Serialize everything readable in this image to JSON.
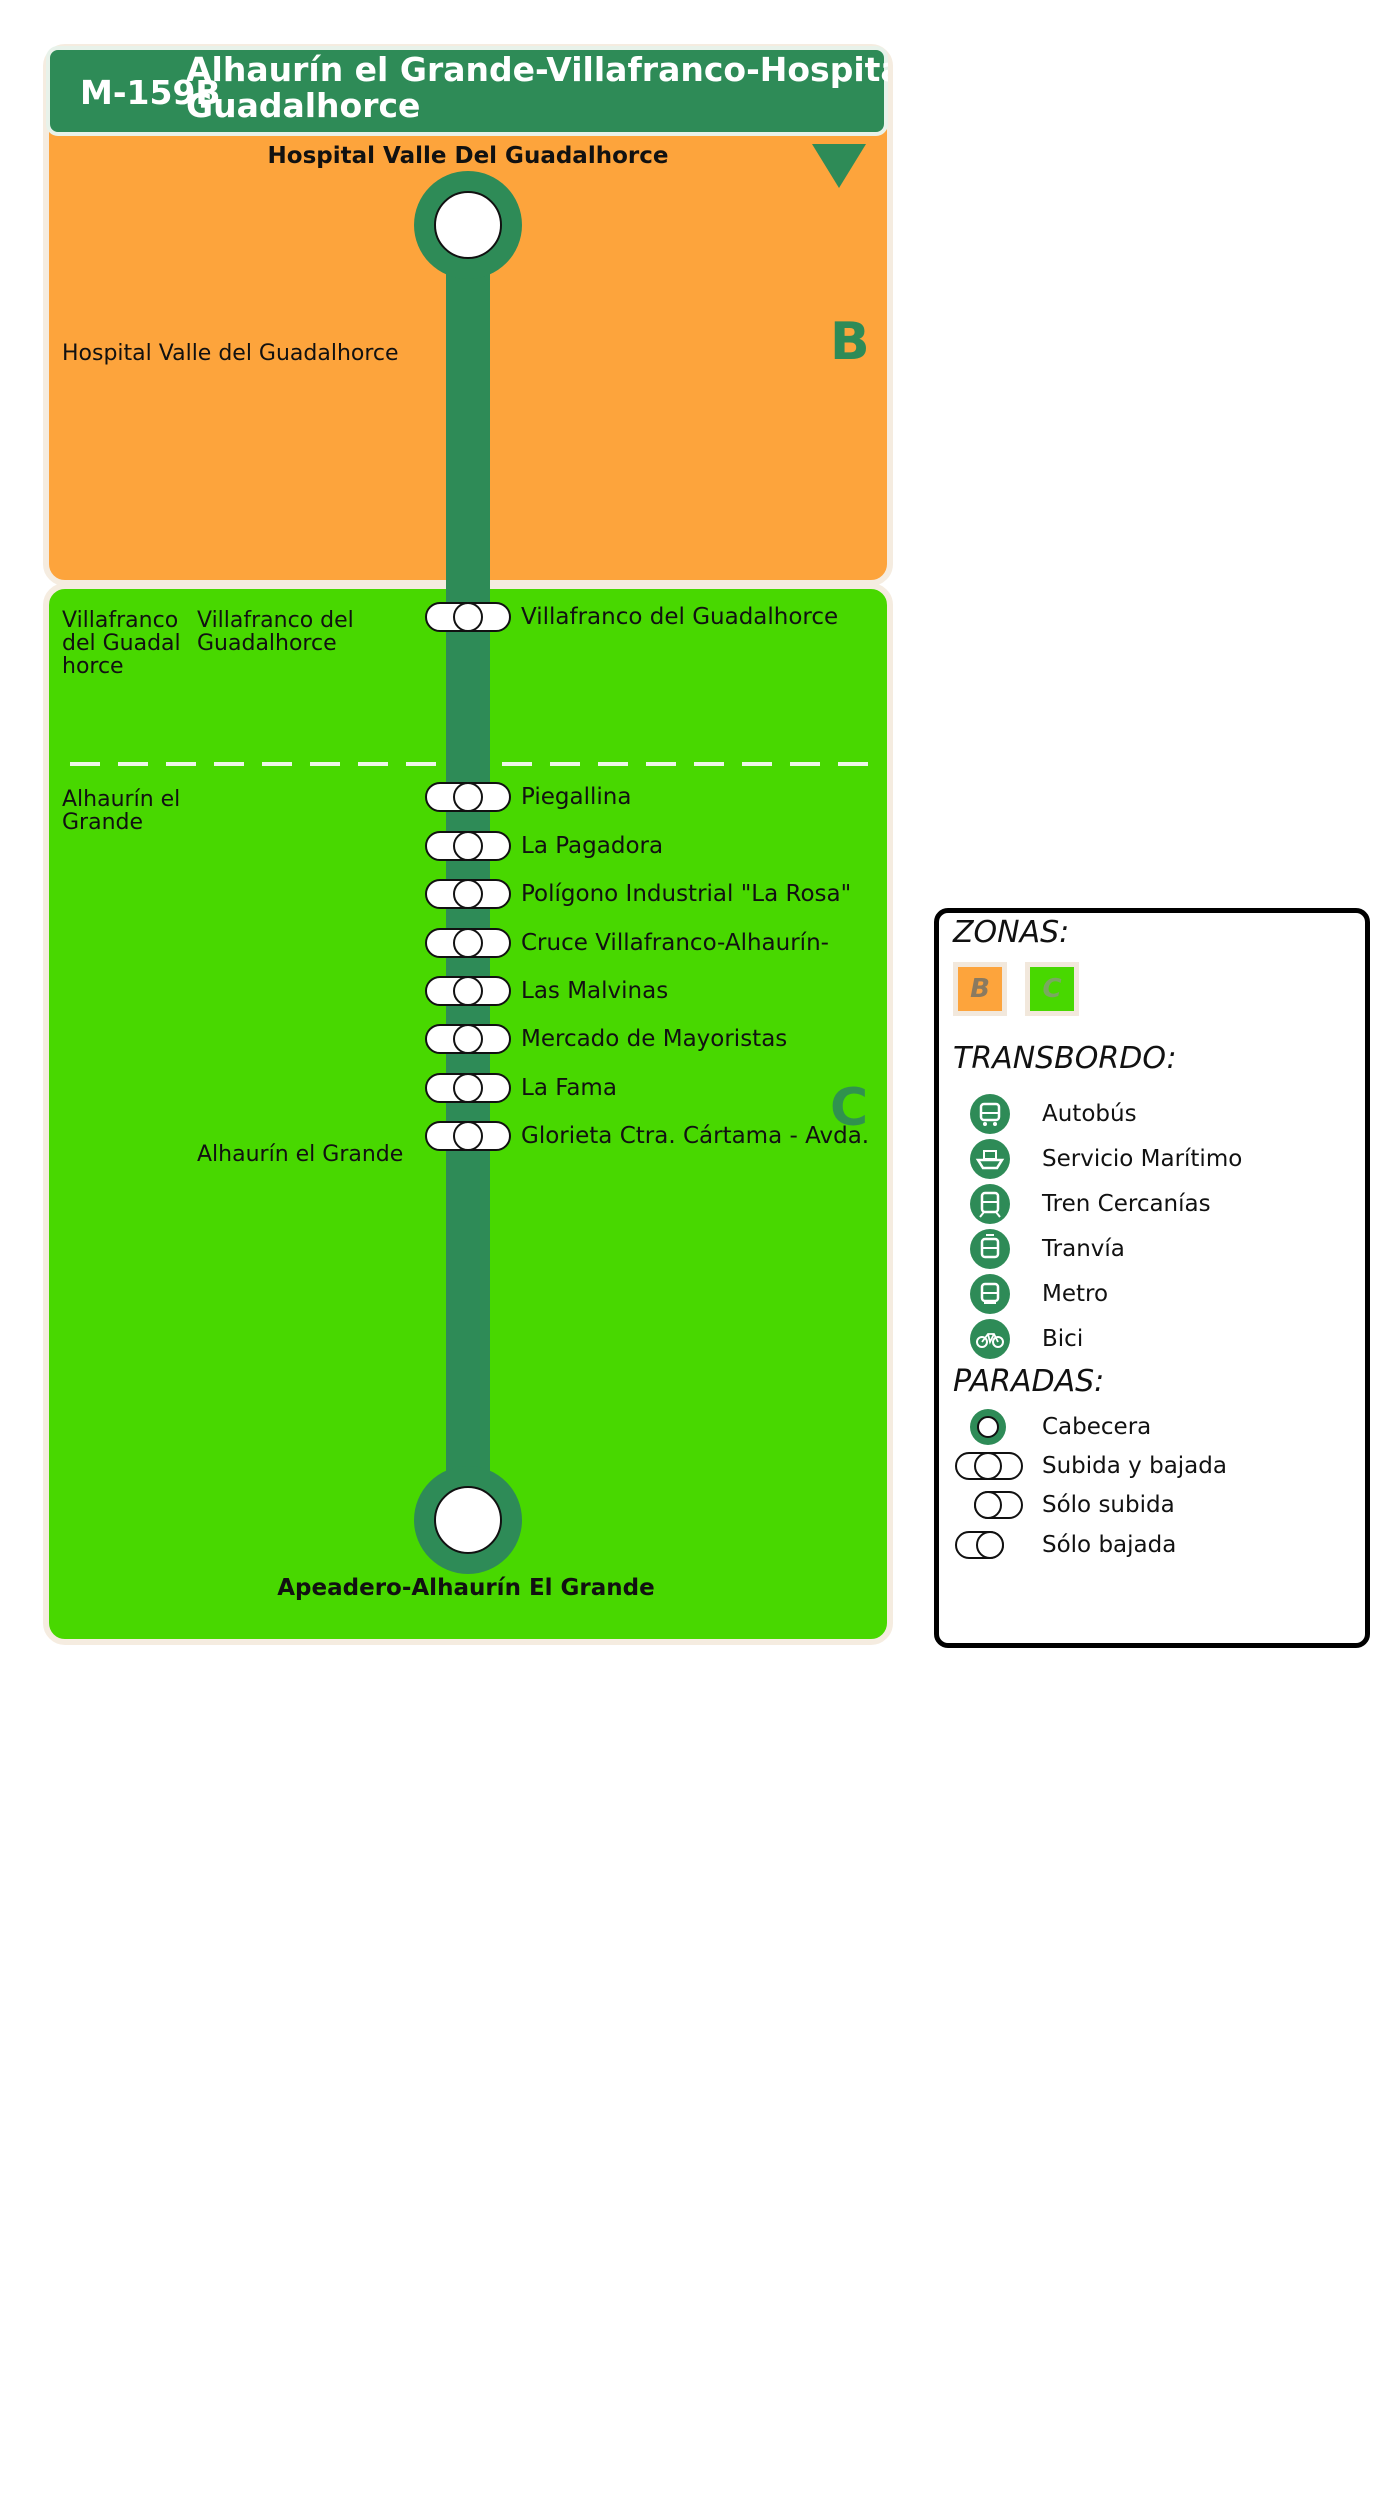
{
  "route": {
    "code": "M-159B",
    "name_line1": "Alhaurín el Grande-Villafranco-Hospital Valle del",
    "name_line2": "Guadalhorce"
  },
  "colors": {
    "line": "#2e8b57",
    "zone_b": "#fda43c",
    "zone_c": "#48d800"
  },
  "zones": [
    {
      "id": "B",
      "letter": "B"
    },
    {
      "id": "C",
      "letter": "C"
    }
  ],
  "direction_icon": "triangle-down-icon",
  "terminals": {
    "start": "Hospital Valle Del Guadalhorce",
    "end": "Apeadero-Alhaurín El Grande"
  },
  "areas": {
    "hospital": "Hospital Valle del Guadalhorce",
    "villafranco_muni": "Villafranco del Guadalhorce",
    "villafranco_locality": "Villafranco del Guadalhorce",
    "alhaurin_muni": "Alhaurín el Grande",
    "alhaurin_locality": "Alhaurín el Grande"
  },
  "stops": [
    {
      "name": "Villafranco del Guadalhorce",
      "type": "subida-bajada"
    },
    {
      "name": "Piegallina",
      "type": "subida-bajada"
    },
    {
      "name": "La Pagadora",
      "type": "subida-bajada"
    },
    {
      "name": "Polígono Industrial \"La Rosa\"",
      "type": "subida-bajada"
    },
    {
      "name": "Cruce Villafranco-Alhaurín-",
      "type": "subida-bajada"
    },
    {
      "name": "Las Malvinas",
      "type": "subida-bajada"
    },
    {
      "name": "Mercado de Mayoristas",
      "type": "subida-bajada"
    },
    {
      "name": "La Fama",
      "type": "subida-bajada"
    },
    {
      "name": "Glorieta Ctra. Cártama - Avda.",
      "type": "subida-bajada"
    }
  ],
  "legend": {
    "zonas_title": "ZONAS:",
    "transbordo_title": "TRANSBORDO:",
    "paradas_title": "PARADAS:",
    "transbordo": [
      {
        "label": "Autobús",
        "icon": "bus-icon"
      },
      {
        "label": "Servicio Marítimo",
        "icon": "boat-icon"
      },
      {
        "label": "Tren Cercanías",
        "icon": "train-icon"
      },
      {
        "label": "Tranvía",
        "icon": "tram-icon"
      },
      {
        "label": "Metro",
        "icon": "metro-icon"
      },
      {
        "label": "Bici",
        "icon": "bike-icon"
      }
    ],
    "paradas": [
      {
        "label": "Cabecera",
        "icon": "terminal-stop-icon"
      },
      {
        "label": "Subida y bajada",
        "icon": "board-alight-stop-icon"
      },
      {
        "label": "Sólo subida",
        "icon": "board-only-stop-icon"
      },
      {
        "label": "Sólo bajada",
        "icon": "alight-only-stop-icon"
      }
    ]
  }
}
